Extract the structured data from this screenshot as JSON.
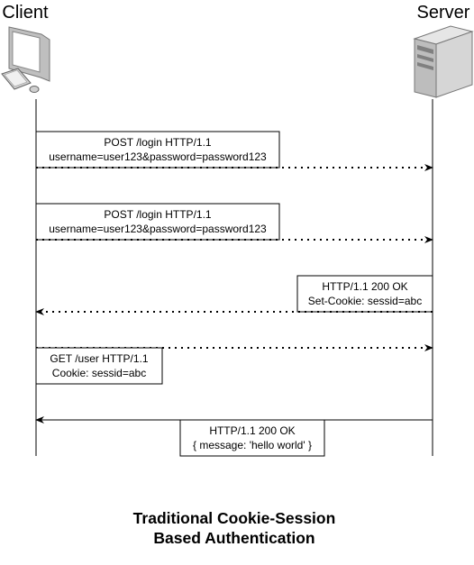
{
  "actors": {
    "client": {
      "label": "Client",
      "icon": "desktop-computer-icon"
    },
    "server": {
      "label": "Server",
      "icon": "server-tower-icon"
    }
  },
  "messages": [
    {
      "direction": "client-to-server",
      "line": "dotted",
      "lines": [
        "POST /login HTTP/1.1",
        "username=user123&password=password123"
      ]
    },
    {
      "direction": "client-to-server",
      "line": "dotted",
      "lines": [
        "POST /login HTTP/1.1",
        "username=user123&password=password123"
      ]
    },
    {
      "direction": "server-to-client",
      "line": "dotted",
      "lines": [
        "HTTP/1.1 200 OK",
        "Set-Cookie: sessid=abc"
      ]
    },
    {
      "direction": "client-to-server",
      "line": "dotted",
      "lines": [
        "GET /user HTTP/1.1",
        "Cookie: sessid=abc"
      ]
    },
    {
      "direction": "server-to-client",
      "line": "solid",
      "lines": [
        "HTTP/1.1 200 OK",
        "{ message: 'hello world' }"
      ]
    }
  ],
  "caption": {
    "line1": "Traditional Cookie-Session",
    "line2": "Based Authentication"
  },
  "colors": {
    "line": "#000000",
    "box_fill": "#ffffff",
    "monitor_body": "#d9d9d9",
    "server_body": "#c8c8c8"
  }
}
